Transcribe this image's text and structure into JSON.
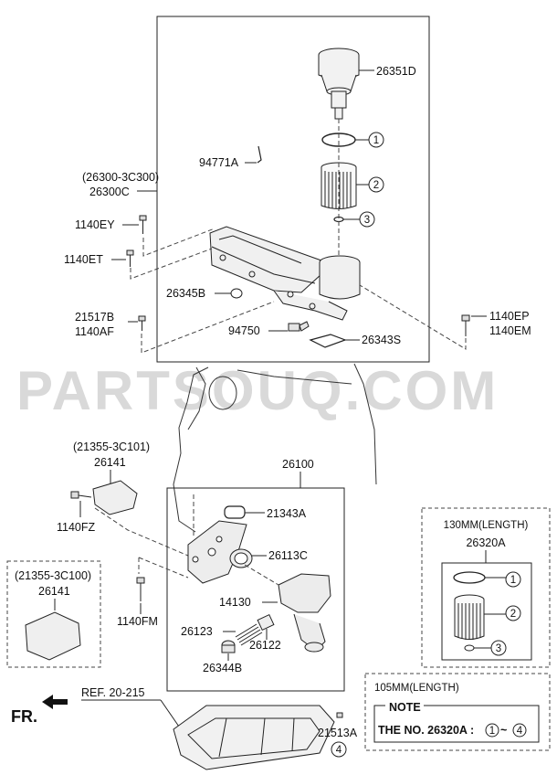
{
  "watermark": "PARTSOUQ.COM",
  "labels": {
    "p26351D": "26351D",
    "p94771A": "94771A",
    "p26300_alt": "(26300-3C300)",
    "p26300C": "26300C",
    "p1140EY": "1140EY",
    "p1140ET": "1140ET",
    "p26345B": "26345B",
    "p21517B": "21517B",
    "p1140AF": "1140AF",
    "p94750": "94750",
    "p26343S": "26343S",
    "p1140EP": "1140EP",
    "p1140EM": "1140EM",
    "p21355_101": "(21355-3C101)",
    "p26141a": "26141",
    "p26100": "26100",
    "p21343A": "21343A",
    "p1140FZ": "1140FZ",
    "p26113C": "26113C",
    "p21355_100": "(21355-3C100)",
    "p26141b": "26141",
    "p1140FM": "1140FM",
    "p14130": "14130",
    "p26123": "26123",
    "p26122": "26122",
    "p26344B": "26344B",
    "ref": "REF. 20-215",
    "fr": "FR.",
    "p21513A": "21513A"
  },
  "callouts": {
    "c1": "1",
    "c2": "2",
    "c3": "3",
    "c4": "4",
    "k1": "1",
    "k2": "2",
    "k3": "3",
    "n1": "1",
    "n4": "4"
  },
  "kit130": {
    "title": "130MM(LENGTH)",
    "part": "26320A"
  },
  "kit105": {
    "title": "105MM(LENGTH)",
    "note_heading": "NOTE",
    "note_text": "THE NO. 26320A :",
    "note_range": "~"
  }
}
